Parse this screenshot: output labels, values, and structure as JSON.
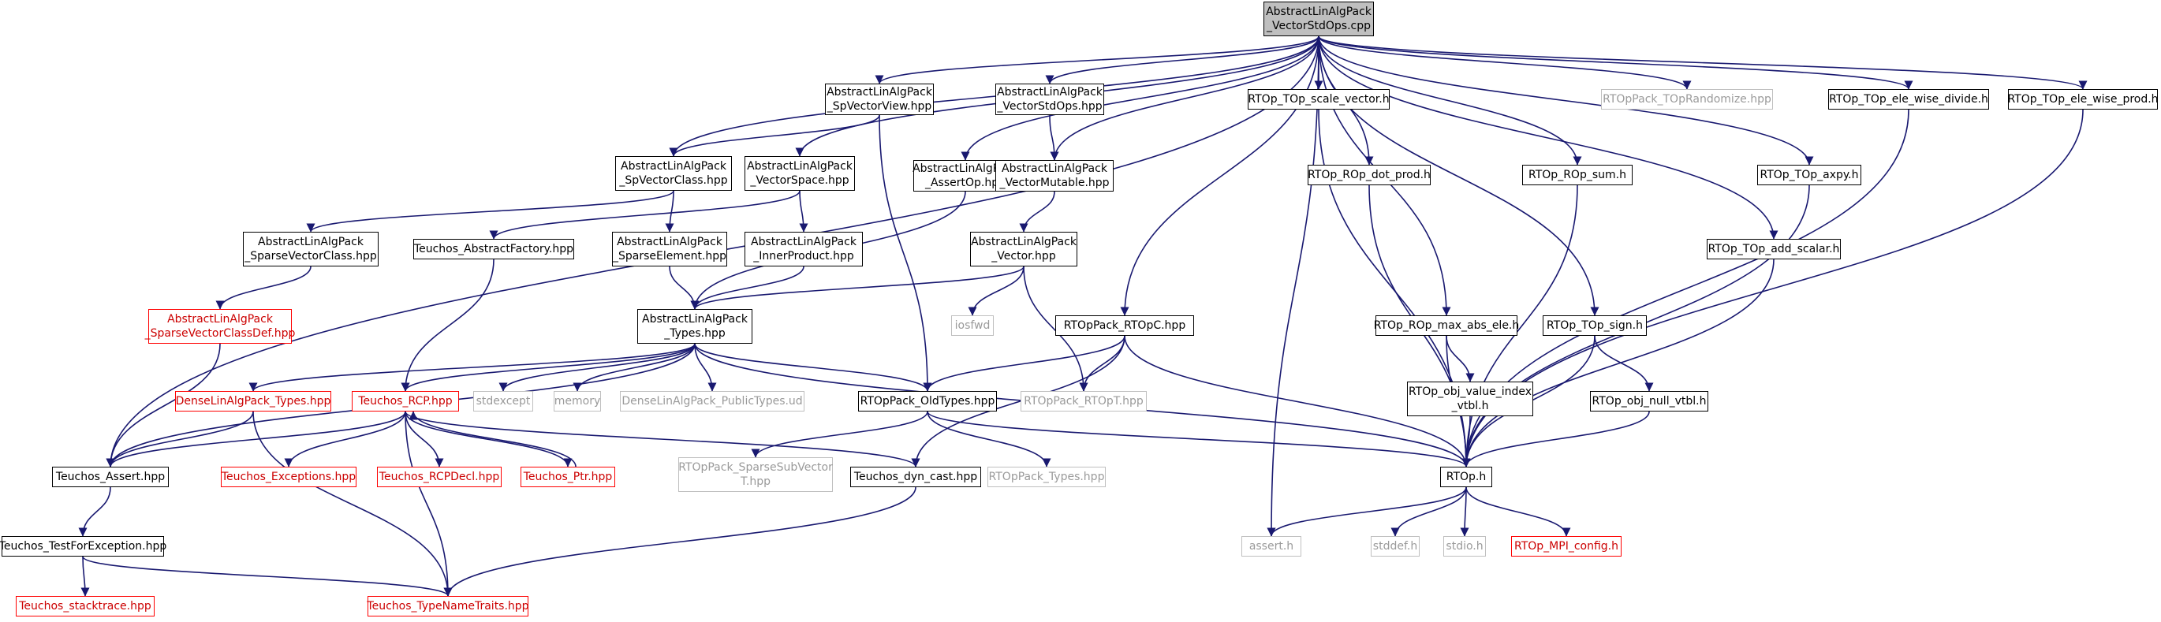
{
  "colors": {
    "edge": "#191970",
    "node_border": "#000000",
    "external_border": "#bfbfbf",
    "external_text": "#9a9a9a",
    "missing_border": "#ff0000",
    "root_fill": "#bfbfbf"
  },
  "nodes": [
    {
      "id": "root",
      "label": "AbstractLinAlgPack\n_VectorStdOps.cpp",
      "style": "root"
    },
    {
      "id": "spvecview",
      "label": "AbstractLinAlgPack\n_SpVectorView.hpp",
      "style": "normal"
    },
    {
      "id": "vecstdops_hpp",
      "label": "AbstractLinAlgPack\n_VectorStdOps.hpp",
      "style": "normal"
    },
    {
      "id": "scale_vector",
      "label": "RTOp_TOp_scale_vector.h",
      "style": "normal"
    },
    {
      "id": "randomize",
      "label": "RTOpPack_TOpRandomize.hpp",
      "style": "ext"
    },
    {
      "id": "ele_wise_divide",
      "label": "RTOp_TOp_ele_wise_divide.h",
      "style": "normal"
    },
    {
      "id": "ele_wise_prod",
      "label": "RTOp_TOp_ele_wise_prod.h",
      "style": "normal"
    },
    {
      "id": "spvecclass",
      "label": "AbstractLinAlgPack\n_SpVectorClass.hpp",
      "style": "normal"
    },
    {
      "id": "vecspace",
      "label": "AbstractLinAlgPack\n_VectorSpace.hpp",
      "style": "normal"
    },
    {
      "id": "assertop",
      "label": "AbstractLinAlgPack\n_AssertOp.hpp",
      "style": "normal"
    },
    {
      "id": "vecmutable",
      "label": "AbstractLinAlgPack\n_VectorMutable.hpp",
      "style": "normal"
    },
    {
      "id": "dot_prod",
      "label": "RTOp_ROp_dot_prod.h",
      "style": "normal"
    },
    {
      "id": "rop_sum",
      "label": "RTOp_ROp_sum.h",
      "style": "normal"
    },
    {
      "id": "axpy",
      "label": "RTOp_TOp_axpy.h",
      "style": "normal"
    },
    {
      "id": "sparsevecclass",
      "label": "AbstractLinAlgPack\n_SparseVectorClass.hpp",
      "style": "normal"
    },
    {
      "id": "abstractfactory",
      "label": "Teuchos_AbstractFactory.hpp",
      "style": "normal"
    },
    {
      "id": "sparseelement",
      "label": "AbstractLinAlgPack\n_SparseElement.hpp",
      "style": "normal"
    },
    {
      "id": "innerproduct",
      "label": "AbstractLinAlgPack\n_InnerProduct.hpp",
      "style": "normal"
    },
    {
      "id": "vector_hpp",
      "label": "AbstractLinAlgPack\n_Vector.hpp",
      "style": "normal"
    },
    {
      "id": "add_scalar",
      "label": "RTOp_TOp_add_scalar.h",
      "style": "normal"
    },
    {
      "id": "sparsevecclassdef",
      "label": "AbstractLinAlgPack\n_SparseVectorClassDef.hpp",
      "style": "red"
    },
    {
      "id": "types_hpp",
      "label": "AbstractLinAlgPack\n_Types.hpp",
      "style": "normal"
    },
    {
      "id": "iosfwd",
      "label": "iosfwd",
      "style": "ext"
    },
    {
      "id": "rtopc",
      "label": "RTOpPack_RTOpC.hpp",
      "style": "normal"
    },
    {
      "id": "max_abs_ele",
      "label": "RTOp_ROp_max_abs_ele.h",
      "style": "normal"
    },
    {
      "id": "top_sign",
      "label": "RTOp_TOp_sign.h",
      "style": "normal"
    },
    {
      "id": "denselin_types",
      "label": "DenseLinAlgPack_Types.hpp",
      "style": "red"
    },
    {
      "id": "teuchos_rcp",
      "label": "Teuchos_RCP.hpp",
      "style": "red"
    },
    {
      "id": "stdexcept",
      "label": "stdexcept",
      "style": "ext"
    },
    {
      "id": "memory",
      "label": "memory",
      "style": "ext"
    },
    {
      "id": "dense_publictypes",
      "label": "DenseLinAlgPack_PublicTypes.ud",
      "style": "ext"
    },
    {
      "id": "oldtypes",
      "label": "RTOpPack_OldTypes.hpp",
      "style": "normal"
    },
    {
      "id": "rtopt",
      "label": "RTOpPack_RTOpT.hpp",
      "style": "ext"
    },
    {
      "id": "obj_value_index_vtbl",
      "label": "RTOp_obj_value_index\n_vtbl.h",
      "style": "normal"
    },
    {
      "id": "obj_null_vtbl",
      "label": "RTOp_obj_null_vtbl.h",
      "style": "normal"
    },
    {
      "id": "teuchos_assert",
      "label": "Teuchos_Assert.hpp",
      "style": "normal"
    },
    {
      "id": "teuchos_exceptions",
      "label": "Teuchos_Exceptions.hpp",
      "style": "red"
    },
    {
      "id": "rcpdecl",
      "label": "Teuchos_RCPDecl.hpp",
      "style": "red"
    },
    {
      "id": "teuchos_ptr",
      "label": "Teuchos_Ptr.hpp",
      "style": "red"
    },
    {
      "id": "sparsesubvector",
      "label": "RTOpPack_SparseSubVector\nT.hpp",
      "style": "ext"
    },
    {
      "id": "dyn_cast",
      "label": "Teuchos_dyn_cast.hpp",
      "style": "normal"
    },
    {
      "id": "rtoppack_types",
      "label": "RTOpPack_Types.hpp",
      "style": "ext"
    },
    {
      "id": "rtop_h",
      "label": "RTOp.h",
      "style": "normal"
    },
    {
      "id": "testforexception",
      "label": "Teuchos_TestForException.hpp",
      "style": "normal"
    },
    {
      "id": "assert_h",
      "label": "assert.h",
      "style": "ext"
    },
    {
      "id": "stddef",
      "label": "stddef.h",
      "style": "ext"
    },
    {
      "id": "stdio",
      "label": "stdio.h",
      "style": "ext"
    },
    {
      "id": "mpi_config",
      "label": "RTOp_MPI_config.h",
      "style": "red"
    },
    {
      "id": "stacktrace",
      "label": "Teuchos_stacktrace.hpp",
      "style": "red"
    },
    {
      "id": "typenametraits",
      "label": "Teuchos_TypeNameTraits.hpp",
      "style": "red"
    }
  ],
  "edges": [
    [
      "root",
      "spvecview"
    ],
    [
      "root",
      "vecstdops_hpp"
    ],
    [
      "root",
      "scale_vector"
    ],
    [
      "root",
      "randomize"
    ],
    [
      "root",
      "ele_wise_divide"
    ],
    [
      "root",
      "ele_wise_prod"
    ],
    [
      "root",
      "spvecclass"
    ],
    [
      "root",
      "vecspace"
    ],
    [
      "root",
      "assertop"
    ],
    [
      "root",
      "vecmutable"
    ],
    [
      "root",
      "dot_prod"
    ],
    [
      "root",
      "rop_sum"
    ],
    [
      "root",
      "axpy"
    ],
    [
      "root",
      "add_scalar"
    ],
    [
      "root",
      "rtopc"
    ],
    [
      "root",
      "max_abs_ele"
    ],
    [
      "root",
      "top_sign"
    ],
    [
      "root",
      "teuchos_assert"
    ],
    [
      "root",
      "assert_h"
    ],
    [
      "spvecview",
      "spvecclass"
    ],
    [
      "spvecview",
      "oldtypes"
    ],
    [
      "vecstdops_hpp",
      "vecmutable"
    ],
    [
      "spvecclass",
      "sparsevecclass"
    ],
    [
      "spvecclass",
      "sparseelement"
    ],
    [
      "vecspace",
      "abstractfactory"
    ],
    [
      "vecspace",
      "innerproduct"
    ],
    [
      "assertop",
      "types_hpp"
    ],
    [
      "vecmutable",
      "vector_hpp"
    ],
    [
      "sparsevecclass",
      "sparsevecclassdef"
    ],
    [
      "sparseelement",
      "types_hpp"
    ],
    [
      "innerproduct",
      "types_hpp"
    ],
    [
      "vector_hpp",
      "types_hpp"
    ],
    [
      "vector_hpp",
      "iosfwd"
    ],
    [
      "vector_hpp",
      "rtopt"
    ],
    [
      "abstractfactory",
      "teuchos_rcp"
    ],
    [
      "sparsevecclassdef",
      "teuchos_assert"
    ],
    [
      "types_hpp",
      "denselin_types"
    ],
    [
      "types_hpp",
      "teuchos_rcp"
    ],
    [
      "types_hpp",
      "stdexcept"
    ],
    [
      "types_hpp",
      "memory"
    ],
    [
      "types_hpp",
      "dense_publictypes"
    ],
    [
      "types_hpp",
      "oldtypes"
    ],
    [
      "types_hpp",
      "teuchos_assert"
    ],
    [
      "types_hpp",
      "rtop_h"
    ],
    [
      "rtopc",
      "oldtypes"
    ],
    [
      "rtopc",
      "rtopt"
    ],
    [
      "rtopc",
      "rtop_h"
    ],
    [
      "rtopc",
      "dyn_cast"
    ],
    [
      "max_abs_ele",
      "obj_value_index_vtbl"
    ],
    [
      "max_abs_ele",
      "rtop_h"
    ],
    [
      "top_sign",
      "obj_null_vtbl"
    ],
    [
      "top_sign",
      "rtop_h"
    ],
    [
      "denselin_types",
      "teuchos_assert"
    ],
    [
      "denselin_types",
      "typenametraits"
    ],
    [
      "teuchos_rcp",
      "teuchos_exceptions"
    ],
    [
      "teuchos_rcp",
      "rcpdecl"
    ],
    [
      "teuchos_rcp",
      "teuchos_ptr"
    ],
    [
      "teuchos_rcp",
      "teuchos_assert"
    ],
    [
      "teuchos_rcp",
      "dyn_cast"
    ],
    [
      "teuchos_rcp",
      "typenametraits"
    ],
    [
      "teuchos_ptr",
      "teuchos_rcp"
    ],
    [
      "oldtypes",
      "sparsesubvector"
    ],
    [
      "oldtypes",
      "rtoppack_types"
    ],
    [
      "oldtypes",
      "rtop_h"
    ],
    [
      "obj_value_index_vtbl",
      "rtop_h"
    ],
    [
      "obj_null_vtbl",
      "rtop_h"
    ],
    [
      "scale_vector",
      "rtop_h"
    ],
    [
      "dot_prod",
      "rtop_h"
    ],
    [
      "rop_sum",
      "rtop_h"
    ],
    [
      "axpy",
      "rtop_h"
    ],
    [
      "add_scalar",
      "rtop_h"
    ],
    [
      "ele_wise_divide",
      "rtop_h"
    ],
    [
      "ele_wise_prod",
      "rtop_h"
    ],
    [
      "teuchos_assert",
      "testforexception"
    ],
    [
      "testforexception",
      "stacktrace"
    ],
    [
      "testforexception",
      "typenametraits"
    ],
    [
      "dyn_cast",
      "typenametraits"
    ],
    [
      "rtop_h",
      "assert_h"
    ],
    [
      "rtop_h",
      "stddef"
    ],
    [
      "rtop_h",
      "stdio"
    ],
    [
      "rtop_h",
      "mpi_config"
    ]
  ]
}
